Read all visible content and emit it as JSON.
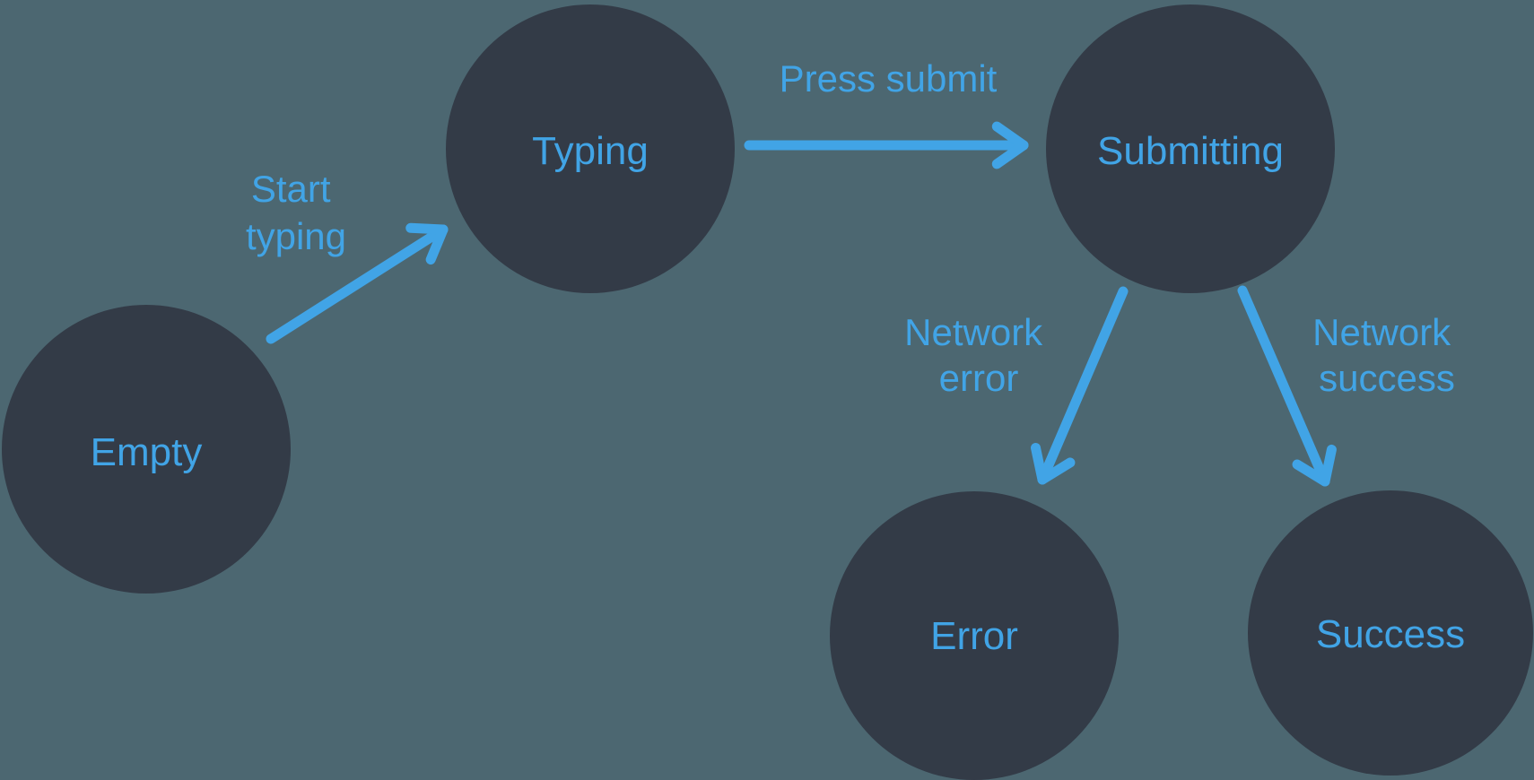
{
  "diagram": {
    "type": "state-machine",
    "colors": {
      "background": "#4C6771",
      "node_fill": "#333B47",
      "accent": "#41A4E6"
    },
    "nodes": [
      {
        "id": "empty",
        "label": "Empty"
      },
      {
        "id": "typing",
        "label": "Typing"
      },
      {
        "id": "submitting",
        "label": "Submitting"
      },
      {
        "id": "error",
        "label": "Error"
      },
      {
        "id": "success",
        "label": "Success"
      }
    ],
    "edges": [
      {
        "id": "start-typing",
        "from": "Empty",
        "to": "Typing",
        "lines": [
          "Start",
          "typing"
        ]
      },
      {
        "id": "press-submit",
        "from": "Typing",
        "to": "Submitting",
        "lines": [
          "Press submit"
        ]
      },
      {
        "id": "network-error",
        "from": "Submitting",
        "to": "Error",
        "lines": [
          "Network",
          "error"
        ]
      },
      {
        "id": "network-success",
        "from": "Submitting",
        "to": "Success",
        "lines": [
          "Network",
          "success"
        ]
      }
    ]
  }
}
